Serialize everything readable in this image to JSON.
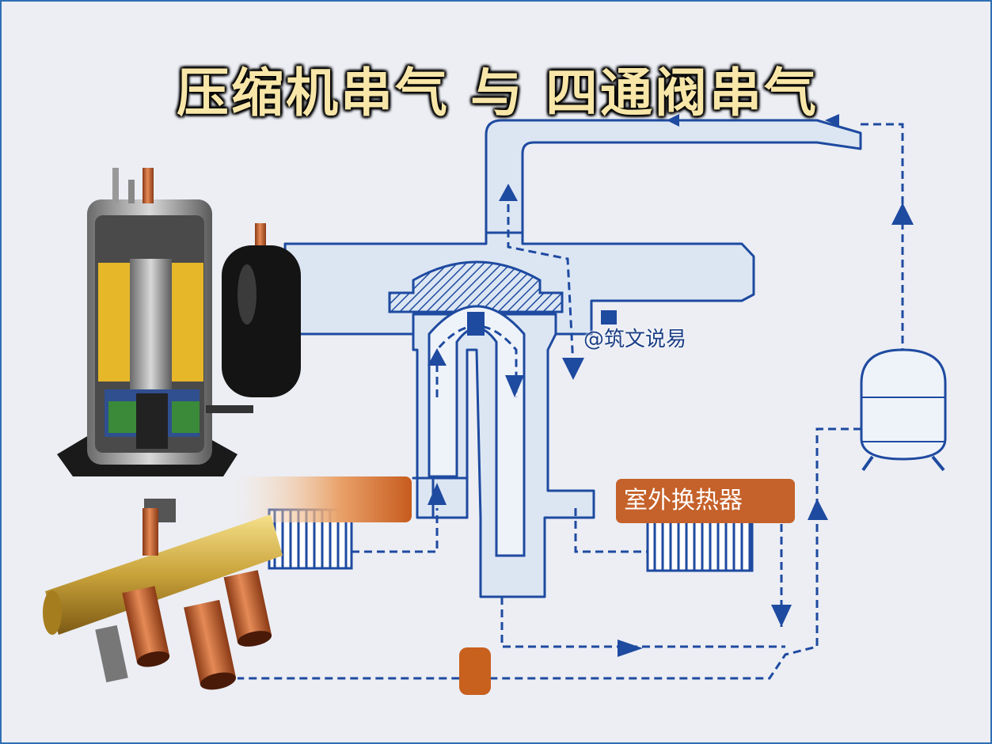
{
  "title": "压缩机串气 与 四通阀串气",
  "watermark": "@筑文说易",
  "label_outdoor_heat_exchanger": "室外换热器",
  "colors": {
    "frame": "#2f6fb3",
    "line": "#1e4aa0",
    "tube_fill": "#dce6f3",
    "background": "#eceef4",
    "label_bg": "#c5612a",
    "title_fill": "#f7e6a8"
  },
  "icons": [
    "compressor-cutaway-photo",
    "accumulator-tank",
    "four-way-valve-photo",
    "receiver-tank",
    "flow-arrow"
  ]
}
